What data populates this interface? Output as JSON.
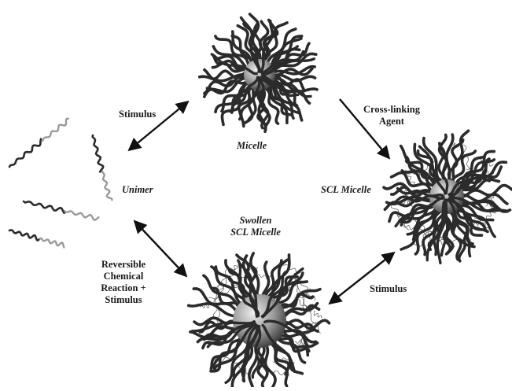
{
  "labels": {
    "micelle": "Micelle",
    "unimer": "Unimer",
    "scl_micelle": "SCL Micelle",
    "swollen_line1": "Swollen",
    "swollen_line2": "SCL Micelle",
    "stimulus_top": "Stimulus",
    "crosslinking_line1": "Cross-linking",
    "crosslinking_line2": "Agent",
    "stimulus_right": "Stimulus",
    "reversible_line1": "Reversible",
    "reversible_line2": "Chemical",
    "reversible_line3": "Reaction +",
    "reversible_line4": "Stimulus"
  },
  "colors": {
    "chain": "#2b2b2b",
    "chain_light": "#9a9a9a",
    "core_light": "#e8e8e8",
    "core_dark": "#3a3a3a",
    "crosslink": "#555555",
    "arrow": "#111111"
  }
}
